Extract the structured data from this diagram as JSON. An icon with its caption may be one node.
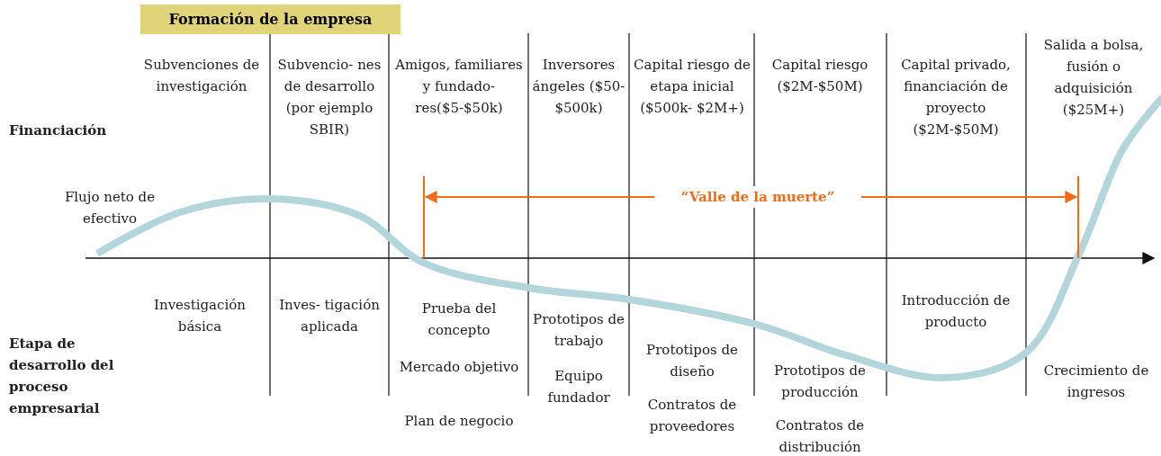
{
  "diagram": {
    "nodes": [
      {
        "text": [
          "Formación de la empresa"
        ]
      }
    ],
    "labels": [
      "Subvenciones de investigación",
      "Subvencio- nes de desarrollo (por ejemplo SBIR)",
      "Amigos, familiares y fundado- res($5-$50k)",
      "Inversores ángeles ($50- $500k)",
      "Capital riesgo de etapa inicial ($500k- $2M+)",
      "Capital riesgo ($2M-$50M)",
      "Capital privado, financiación de proyecto ($2M-$50M)",
      "Salida a bolsa, fusión o adquisición ($25M+)",
      "Financiación",
      "Flujo neto de efectivo",
      "“Valle de la muerte”",
      "Investigación básica",
      "Inves- tigación aplicada",
      "Prueba del concepto",
      "Prototipos de trabajo",
      "Prototipos de diseño",
      "Prototipos de producción",
      "Introducción de producto",
      "Crecimiento de ingresos",
      "Etapa de desarrollo del proceso empresarial",
      "Mercado objetivo",
      "Equipo fundador",
      "Contratos de proveedores",
      "Contratos de distribución",
      "Plan de negocio"
    ]
  }
}
